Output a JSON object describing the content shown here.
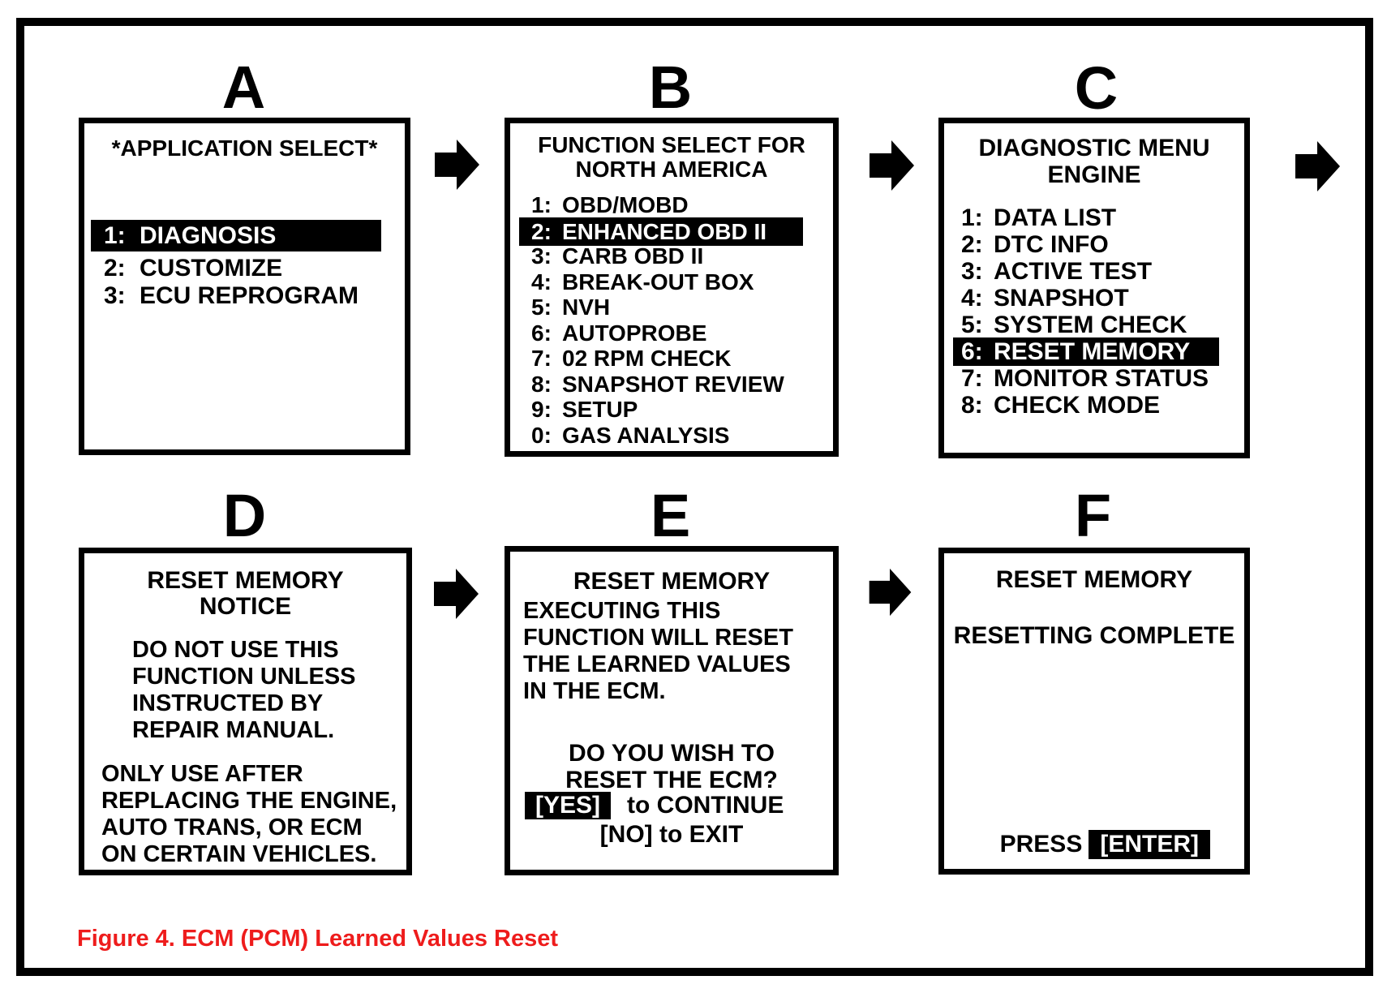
{
  "figure_caption": {
    "text": "Figure 4. ECM (PCM) Learned Values Reset",
    "color": "#ee1c1c"
  },
  "panels": {
    "a": {
      "letter": "A",
      "title": "*APPLICATION SELECT*",
      "items": [
        {
          "num": "1:",
          "label": "DIAGNOSIS",
          "selected": true
        },
        {
          "num": "2:",
          "label": "CUSTOMIZE",
          "selected": false
        },
        {
          "num": "3:",
          "label": "ECU REPROGRAM",
          "selected": false
        }
      ]
    },
    "b": {
      "letter": "B",
      "title": "FUNCTION SELECT FOR\nNORTH AMERICA",
      "items": [
        {
          "num": "1:",
          "label": "OBD/MOBD",
          "selected": false
        },
        {
          "num": "2:",
          "label": "ENHANCED OBD II",
          "selected": true
        },
        {
          "num": "3:",
          "label": "CARB OBD II",
          "selected": false
        },
        {
          "num": "4:",
          "label": "BREAK-OUT BOX",
          "selected": false
        },
        {
          "num": "5:",
          "label": "NVH",
          "selected": false
        },
        {
          "num": "6:",
          "label": "AUTOPROBE",
          "selected": false
        },
        {
          "num": "7:",
          "label": "02 RPM CHECK",
          "selected": false
        },
        {
          "num": "8:",
          "label": "SNAPSHOT REVIEW",
          "selected": false
        },
        {
          "num": "9:",
          "label": "SETUP",
          "selected": false
        },
        {
          "num": "0:",
          "label": "GAS ANALYSIS",
          "selected": false
        }
      ]
    },
    "c": {
      "letter": "C",
      "title": "DIAGNOSTIC MENU\nENGINE",
      "items": [
        {
          "num": "1:",
          "label": "DATA LIST",
          "selected": false
        },
        {
          "num": "2:",
          "label": "DTC INFO",
          "selected": false
        },
        {
          "num": "3:",
          "label": "ACTIVE TEST",
          "selected": false
        },
        {
          "num": "4:",
          "label": "SNAPSHOT",
          "selected": false
        },
        {
          "num": "5:",
          "label": "SYSTEM CHECK",
          "selected": false
        },
        {
          "num": "6:",
          "label": "RESET MEMORY",
          "selected": true
        },
        {
          "num": "7:",
          "label": "MONITOR STATUS",
          "selected": false
        },
        {
          "num": "8:",
          "label": "CHECK MODE",
          "selected": false
        }
      ]
    },
    "d": {
      "letter": "D",
      "title": "RESET MEMORY\nNOTICE",
      "warning": "DO NOT USE THIS\nFUNCTION UNLESS\nINSTRUCTED BY\nREPAIR MANUAL.",
      "note": "ONLY USE AFTER\nREPLACING THE ENGINE,\nAUTO TRANS, OR ECM\nON CERTAIN VEHICLES."
    },
    "e": {
      "letter": "E",
      "title": "RESET MEMORY",
      "body": "EXECUTING THIS\nFUNCTION WILL RESET\nTHE LEARNED VALUES\nIN THE ECM.",
      "question": "DO YOU WISH TO\nRESET THE ECM?",
      "yes_key": "[YES]",
      "yes_action": "to CONTINUE",
      "no_line": "[NO] to EXIT"
    },
    "f": {
      "letter": "F",
      "title": "RESET MEMORY",
      "status": "RESETTING COMPLETE",
      "press_label": "PRESS",
      "enter_key": "[ENTER]"
    }
  }
}
